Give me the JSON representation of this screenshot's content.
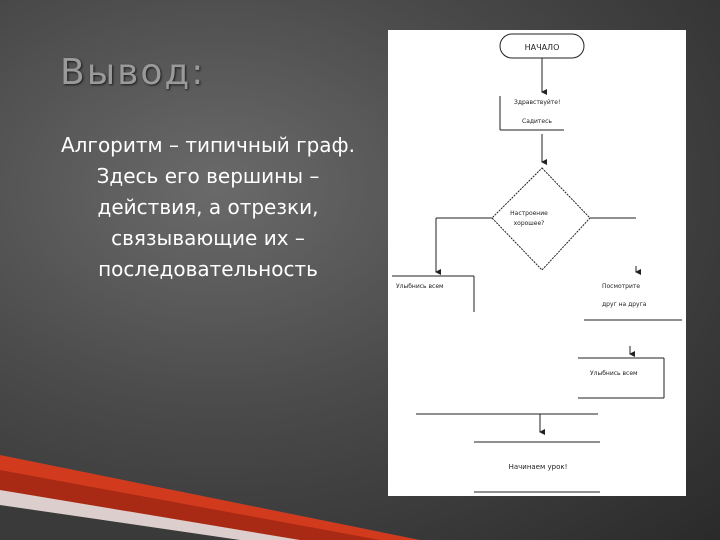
{
  "slide": {
    "title": "Вывод:",
    "body": "Алгоритм – типичный граф. Здесь его вершины – действия, а отрезки, связывающие их – последовательность"
  },
  "flowchart": {
    "start": "НАЧАЛО",
    "greet_line1": "Здравствуйте!",
    "greet_line2": "Садитесь",
    "decision_line1": "Настроение",
    "decision_line2": "хорошее?",
    "left_branch": "Улыбнись всем",
    "right_branch_line1": "Посмотрите",
    "right_branch_line2": "друг на друга",
    "smile_box": "Улыбнись всем",
    "end_box": "Начинаем урок!"
  },
  "colors": {
    "background": "#4a4a4a",
    "title": "#9a9a9a",
    "body_text": "#ffffff",
    "accent_red": "#c0392b"
  }
}
